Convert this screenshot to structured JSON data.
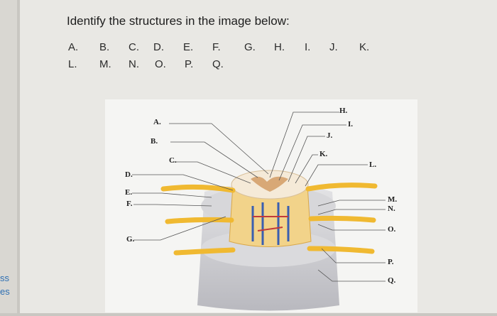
{
  "question": "Identify the structures in the image below:",
  "answer_row_1": [
    "A.",
    "B.",
    "C.",
    "D.",
    "E.",
    "F.",
    "G.",
    "H.",
    "I.",
    "J.",
    "K."
  ],
  "answer_row_2": [
    "L.",
    "M.",
    "N.",
    "O.",
    "P.",
    "Q."
  ],
  "side_fragments": [
    "ss",
    "es"
  ],
  "figure_labels_left": [
    "A.",
    "B.",
    "C.",
    "D.",
    "E.",
    "F.",
    "G."
  ],
  "figure_labels_right": [
    "H.",
    "I.",
    "J.",
    "K.",
    "L.",
    "M.",
    "N.",
    "O.",
    "P.",
    "Q."
  ]
}
